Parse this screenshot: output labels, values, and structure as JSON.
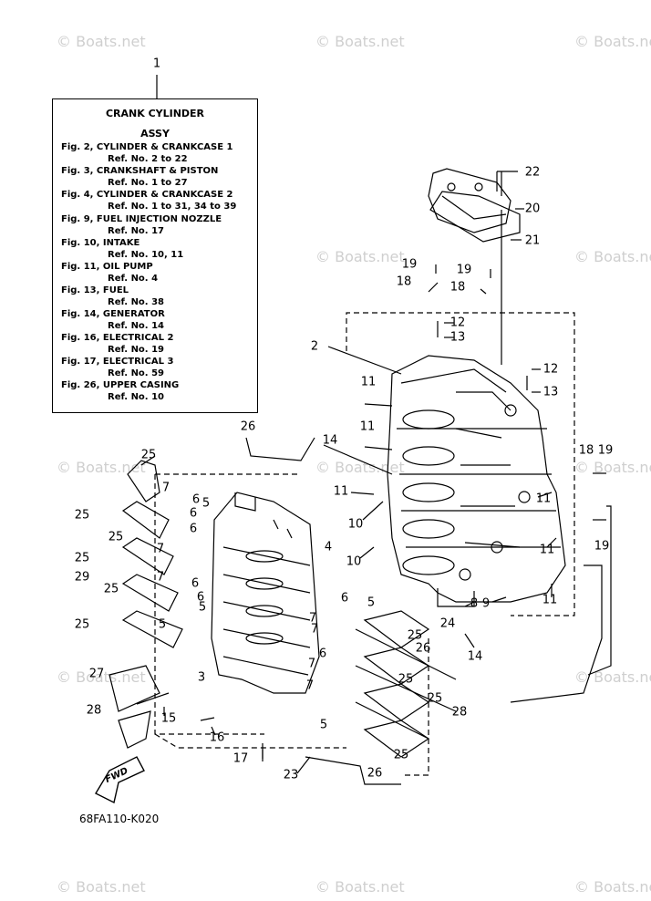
{
  "watermark": "© Boats.net",
  "legend": {
    "title1": "CRANK CYLINDER",
    "title2": "ASSY",
    "lines": [
      "Fig. 2, CYLINDER & CRANKCASE 1",
      "Ref. No. 2 to 22",
      "Fig. 3, CRANKSHAFT & PISTON",
      "Ref. No. 1 to 27",
      "Fig. 4, CYLINDER & CRANKCASE 2",
      "Ref. No. 1 to 31, 34 to 39",
      "Fig. 9, FUEL INJECTION NOZZLE",
      "Ref. No. 17",
      "Fig. 10, INTAKE",
      "Ref. No. 10, 11",
      "Fig. 11, OIL PUMP",
      "Ref. No. 4",
      "Fig. 13, FUEL",
      "Ref. No. 38",
      "Fig. 14, GENERATOR",
      "Ref. No. 14",
      "Fig. 16, ELECTRICAL 2",
      "Ref. No. 19",
      "Fig. 17, ELECTRICAL 3",
      "Ref. No. 59",
      "Fig. 26, UPPER CASING",
      "Ref. No. 10"
    ]
  },
  "callouts": [
    "1",
    "2",
    "3",
    "4",
    "5",
    "5",
    "5",
    "5",
    "5",
    "6",
    "6",
    "6",
    "6",
    "6",
    "6",
    "6",
    "7",
    "7",
    "7",
    "7",
    "7",
    "7",
    "7",
    "8",
    "9",
    "10",
    "10",
    "11",
    "11",
    "11",
    "11",
    "11",
    "11",
    "12",
    "12",
    "13",
    "13",
    "14",
    "14",
    "15",
    "16",
    "17",
    "18",
    "18",
    "18",
    "19",
    "19",
    "19",
    "19",
    "20",
    "21",
    "22",
    "23",
    "24",
    "25",
    "25",
    "25",
    "25",
    "25",
    "25",
    "25",
    "25",
    "25",
    "25",
    "26",
    "26",
    "26",
    "27",
    "28",
    "28",
    "29"
  ],
  "fwd_label": "FWD",
  "diagram_code": "68FA110-K020"
}
